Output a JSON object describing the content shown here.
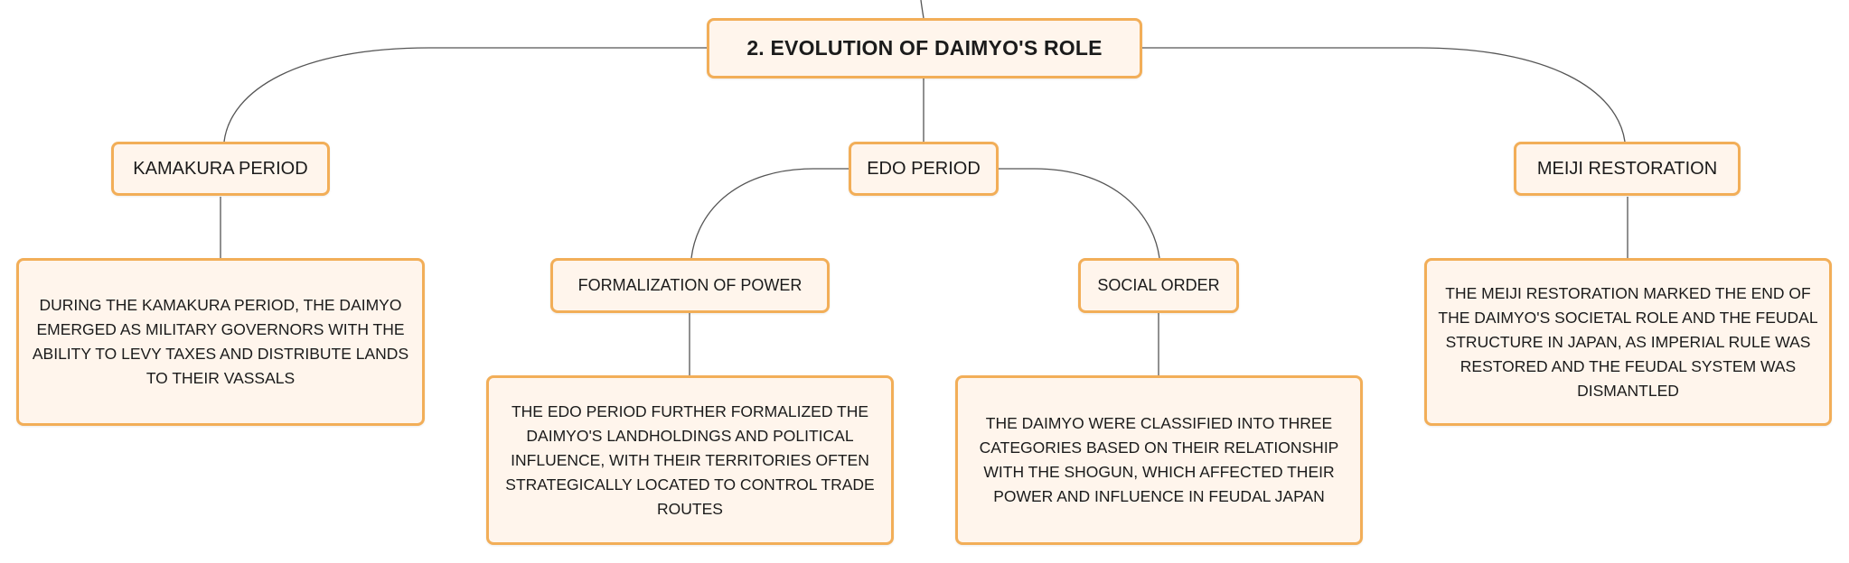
{
  "root": {
    "label": "2. EVOLUTION OF DAIMYO'S ROLE"
  },
  "branches": [
    {
      "label": "KAMAKURA PERIOD",
      "detail": "DURING THE KAMAKURA PERIOD, THE DAIMYO EMERGED AS MILITARY GOVERNORS WITH THE ABILITY TO LEVY TAXES AND DISTRIBUTE LANDS TO THEIR VASSALS"
    },
    {
      "label": "EDO PERIOD",
      "children": [
        {
          "label": "FORMALIZATION OF POWER",
          "detail": "THE EDO PERIOD FURTHER FORMALIZED THE DAIMYO'S LANDHOLDINGS AND POLITICAL INFLUENCE, WITH THEIR TERRITORIES OFTEN STRATEGICALLY LOCATED TO CONTROL TRADE ROUTES"
        },
        {
          "label": "SOCIAL ORDER",
          "detail": "THE DAIMYO WERE CLASSIFIED INTO THREE CATEGORIES BASED ON THEIR RELATIONSHIP WITH THE SHOGUN, WHICH AFFECTED THEIR POWER AND INFLUENCE IN FEUDAL JAPAN"
        }
      ]
    },
    {
      "label": "MEIJI RESTORATION",
      "detail": "THE MEIJI RESTORATION MARKED THE END OF THE DAIMYO'S SOCIETAL ROLE AND THE FEUDAL STRUCTURE IN JAPAN, AS IMPERIAL RULE WAS RESTORED AND THE FEUDAL SYSTEM WAS DISMANTLED"
    }
  ],
  "colors": {
    "node_fill": "#fff5ec",
    "node_border": "#f2ae58",
    "connector": "#555555"
  }
}
